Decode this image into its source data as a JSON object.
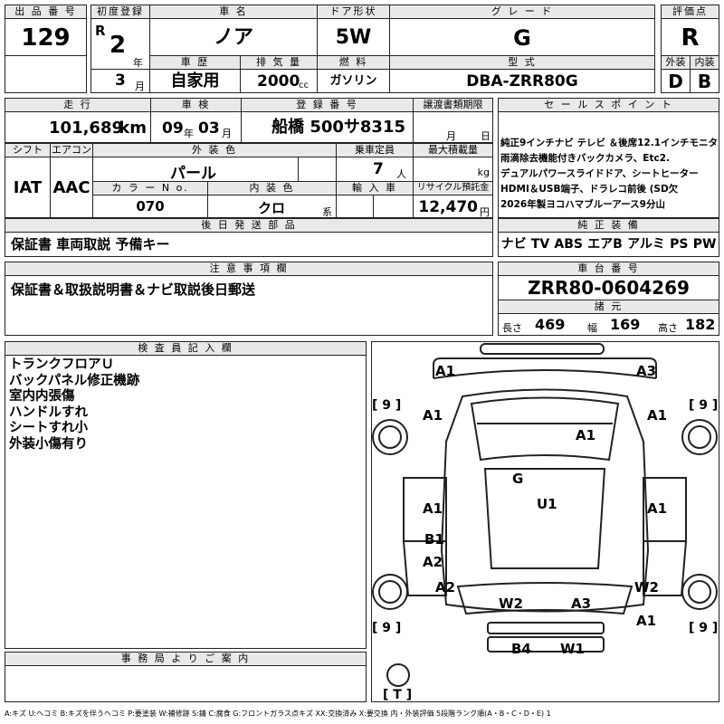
{
  "header": {
    "lot_label": "出 品 番 号",
    "lot_value": "129",
    "first_reg_label": "初度登録",
    "era": "R",
    "year_value": "2",
    "year_unit": "年",
    "month_value": "3",
    "month_unit": "月",
    "name_label": "車 名",
    "name_value": "ノア",
    "door_label": "ドア形状",
    "door_value": "5W",
    "grade_label": "グ レ ー ド",
    "grade_value": "G",
    "score_label": "評価点",
    "score_value": "R",
    "history_label": "車 歴",
    "history_value": "自家用",
    "displacement_label": "排 気 量",
    "displacement_value": "2000",
    "displacement_unit": "cc",
    "fuel_label": "燃 料",
    "fuel_value": "ガソリン",
    "model_label": "型 式",
    "model_value": "DBA-ZRR80G",
    "exterior_label": "外装",
    "exterior_value": "D",
    "interior_label": "内装",
    "interior_value": "B"
  },
  "details": {
    "mileage_label": "走 行",
    "mileage_value": "101,689",
    "mileage_unit": "km",
    "inspection_label": "車 検",
    "inspection_year": "09",
    "inspection_year_unit": "年",
    "inspection_month": "03",
    "inspection_month_unit": "月",
    "plate_label": "登 録 番 号",
    "plate_value": "船橋 500サ8315",
    "transfer_label": "譲渡書類期限",
    "transfer_month_unit": "月",
    "transfer_day_unit": "日",
    "shift_label": "シフト",
    "shift_value": "IAT",
    "ac_label": "エアコン",
    "ac_value": "AAC",
    "color_label": "外 装 色",
    "color_value": "パール",
    "capacity_label": "乗車定員",
    "capacity_value": "7",
    "capacity_unit": "人",
    "load_label": "最大積載量",
    "load_unit": "kg",
    "color_no_label": "カ ラ ー N o.",
    "color_no_value": "070",
    "int_color_label": "内 装 色",
    "int_color_value": "クロ",
    "int_color_unit": "系",
    "import_label": "輸 入 車",
    "recycle_label": "リサイクル預託金",
    "recycle_value": "12,470",
    "recycle_unit": "円",
    "later_parts_label": "後 日 発 送 部 品",
    "later_parts_value": "保証書 車両取説 予備キー"
  },
  "sales": {
    "label": "セ ー ル ス ポ イ ン ト",
    "lines": [
      "純正9インチナビ テレビ ＆後席12.1インチモニタ",
      "雨滴除去機能付きバックカメラ、Etc2.",
      "デュアルパワースライドドア、シートヒーター",
      "HDMI＆USB端子、ドラレコ前後 (SD欠",
      "2026年製ヨコハマブルーアース9分山"
    ]
  },
  "equipment": {
    "label": "純 正 装 備",
    "items": [
      "ナビ",
      "TV",
      "ABS",
      "エアB",
      "アルミ",
      "PS",
      "PW"
    ]
  },
  "notes": {
    "label": "注 意 事 項 欄",
    "value": "保証書＆取扱説明書＆ナビ取説後日郵送"
  },
  "chassis": {
    "label": "車 台 番 号",
    "value": "ZRR80-0604269"
  },
  "specs": {
    "label": "諸 元",
    "length_label": "長さ",
    "length_value": "469",
    "width_label": "幅",
    "width_value": "169",
    "height_label": "高さ",
    "height_value": "182"
  },
  "inspector": {
    "label": "検 査 員 記 入 欄",
    "lines": [
      "トランクフロアＵ",
      "バックパネル修正機跡",
      "室内内張傷",
      "ハンドルすれ",
      "シートすれ小",
      "外装小傷有り"
    ]
  },
  "office": {
    "label": "事 務 局 よ り ご 案 内"
  },
  "diagram": {
    "marks": [
      "A1",
      "A3",
      "A1",
      "A1",
      "A1",
      "G",
      "U1",
      "A1",
      "A1",
      "B1",
      "A2",
      "A2",
      "W2",
      "W2",
      "A3",
      "A1",
      "B4",
      "W1"
    ],
    "tires": [
      "9",
      "9",
      "9",
      "9",
      "T"
    ]
  },
  "legend": "A:キズ U:ヘコミ B:キズを伴うヘコミ P:要塗装 W:補修跡 S:錆 C:腐食 G:フロントガラス点キズ XX:交換済み X:要交換 内・外装評価 5段階ランク順(A・B・C・D・E) 1"
}
